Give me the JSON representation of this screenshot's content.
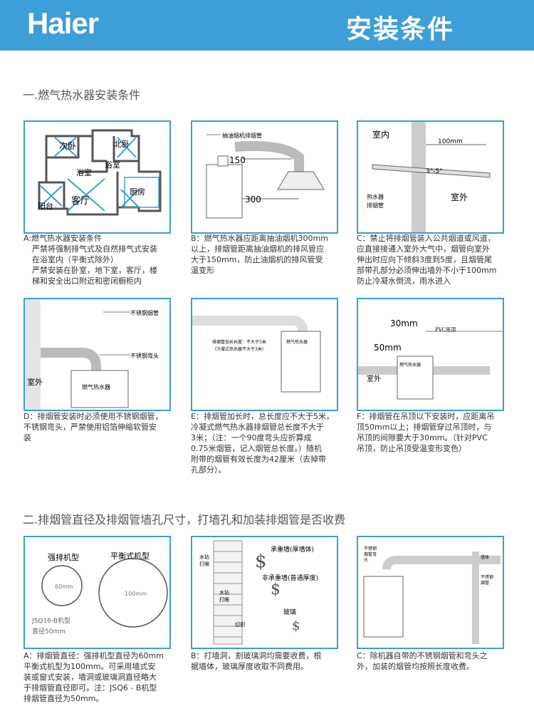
{
  "header": {
    "brand": "Haier",
    "title": "安装条件"
  },
  "sections": {
    "s1_title": "一.燃气热水器安装条件",
    "s2_title": "二.排烟管直径及排烟管墙孔尺寸，打墙孔和加装排烟管是否收费"
  },
  "panels": {
    "a": {
      "rooms": [
        "次卧",
        "北卧",
        "浴室",
        "浴室",
        "客厅",
        "厨房",
        "阳台"
      ],
      "caption_lines": [
        "A:燃气热水器安装条件",
        "严禁将强制排气式及自然排气式安装",
        "在浴室内（平衡式除外）",
        "严禁安装在卧室，地下室，客厅，楼",
        "梯和安全出口附近和密闭橱柜内"
      ]
    },
    "b": {
      "hood_label": "抽油烟机排烟管",
      "dim_150": "150",
      "dim_300": "300",
      "caption_lines": [
        "B：燃气热水器应距离抽油烟机300mm",
        "以上，排烟管距离抽油烟机的排风管应",
        "大于150mm，防止油烟机的排风管受",
        "温变形"
      ]
    },
    "c": {
      "indoor": "室内",
      "outdoor": "室外",
      "dim": "100mm",
      "angle": "3°-5°",
      "pipe_label_1": "热水器",
      "pipe_label_2": "排烟管",
      "caption_lines": [
        "C：禁止将排烟管装入公共烟道或风道，",
        "应直接接通入室外大气中，烟管向室外",
        "伸出时应向下倾斜3度到5度，且烟管尾",
        "部带孔部分必须伸出墙外不小于100mm",
        "防止冷凝水倒流，雨水进入"
      ]
    },
    "d": {
      "label_pipe": "不锈钢烟管",
      "label_elbow": "不锈钢弯头",
      "outdoor": "室外",
      "heater": "燃气热水器",
      "caption_lines": [
        "D：排烟管安装时必须使用不锈钢烟管，",
        "不锈钢弯头，严禁使用铝箔伸缩软管安",
        "装"
      ]
    },
    "e": {
      "note_1": "排烟管加长长度：不大于5米",
      "note_2": "（冷凝式热水器不大于3米）",
      "heater": "燃气热水器",
      "caption_lines": [
        "E：排烟管加长时，总长度应不大于5米，",
        "冷凝式燃气热水器排烟管总长度不大于",
        "3米；（注：一个90度弯头应折算成",
        "0.75米烟管，记入烟管总长度。）随机",
        "附带的烟管有效长度为42厘米（去掉带",
        "孔部分）。"
      ]
    },
    "f": {
      "dim_30": "30mm",
      "dim_50": "50mm",
      "ceiling": "PVC吊顶",
      "outdoor": "室外",
      "heater": "燃气热水器",
      "caption_lines": [
        "F：排烟管在吊顶以下安装时，应距离吊",
        "顶50mm以上；排烟管穿过吊顶时，与",
        "吊顶的间隙要大于30mm。（针对PVC",
        "吊顶，防止吊顶受温变形变色）"
      ]
    },
    "g": {
      "forced": "强排机型",
      "balanced": "平衡式机型",
      "d60": "60mm",
      "d100": "100mm",
      "model_1": "JSQ16-B机型",
      "model_2": "直径50mm",
      "caption_lines": [
        "A：排烟管直径：强排机型直径为60mm",
        "平衡式机型为100mm。可采用墙式安",
        "装或窗式安装，墙洞或玻璃洞直径略大",
        "于排烟管直径即可。注：JSQ6 - B机型",
        "排烟管直径为50mm。"
      ]
    },
    "h": {
      "load_wall": "承重墙(厚墙体)",
      "non_load_wall": "非承重墙(普通厚度)",
      "glass": "玻璃",
      "cut": "切割",
      "brick_1": "水钻",
      "brick_2": "打眼",
      "brick_3": "水钻",
      "brick_4": "打眼",
      "caption_lines": [
        "B：打墙洞，割玻璃洞均需要收费，根",
        "据墙体，玻璃厚度收取不同费用。"
      ]
    },
    "i": {
      "label_pipe_1": "不锈钢",
      "label_pipe_2": "烟管弯",
      "label_pipe_3": "头",
      "wall": "墙体",
      "label_right_1": "不锈钢",
      "label_right_2": "烟管",
      "caption_lines": [
        "C：除机器自带的不锈钢烟管和弯头之",
        "外，加装的烟管均按照长度收费。"
      ]
    }
  },
  "colors": {
    "header_bg": "#3d9ed8",
    "panel_border": "#3d9ed8",
    "cross": "#3d9ed8"
  }
}
